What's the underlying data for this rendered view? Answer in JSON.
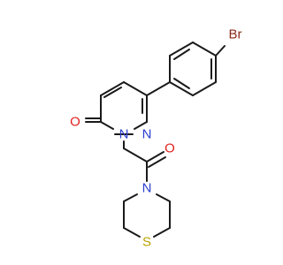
{
  "molecule": {
    "atoms": {
      "br": {
        "symbol": "Br",
        "color": "#8b2a1a"
      },
      "o_ring": {
        "symbol": "O",
        "color": "#e0201c"
      },
      "n_ring1": {
        "symbol": "N",
        "color": "#2a3fd0"
      },
      "n_ring2": {
        "symbol": "N",
        "color": "#2a3fd0"
      },
      "o_amide": {
        "symbol": "O",
        "color": "#e0201c"
      },
      "n_amide": {
        "symbol": "N",
        "color": "#2a3fd0"
      },
      "s_ring": {
        "symbol": "S",
        "color": "#b8a200"
      }
    }
  }
}
